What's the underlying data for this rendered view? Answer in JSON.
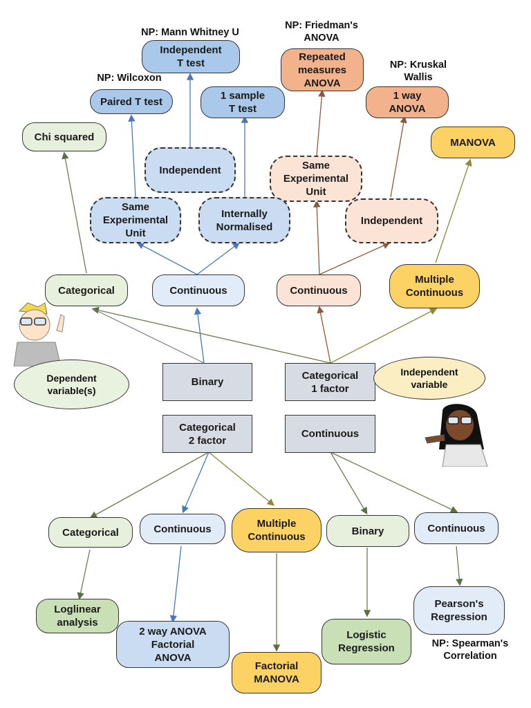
{
  "nodes": {
    "mann_whitney_label": "NP: Mann Whitney U",
    "friedman_label": "NP: Friedman's\nANOVA",
    "independent_t": "Independent\nT test",
    "repeated_anova": "Repeated\nmeasures\nANOVA",
    "kruskal_label": "NP: Kruskal\nWallis",
    "wilcoxon_label": "NP: Wilcoxon",
    "paired_t": "Paired T test",
    "one_sample_t": "1 sample\nT test",
    "one_way_anova": "1 way\nANOVA",
    "chi_squared": "Chi squared",
    "manova": "MANOVA",
    "independent_blue": "Independent",
    "same_unit_orange": "Same\nExperimental\nUnit",
    "same_unit_blue": "Same\nExperimental\nUnit",
    "internally_normalised": "Internally\nNormalised",
    "independent_orange": "Independent",
    "categorical_top": "Categorical",
    "continuous_blue_top": "Continuous",
    "continuous_orange_top": "Continuous",
    "multiple_continuous_top": "Multiple\nContinuous",
    "binary_iv": "Binary",
    "categorical_1_factor": "Categorical\n1 factor",
    "categorical_2_factor": "Categorical\n2 factor",
    "continuous_iv": "Continuous",
    "categorical_bottom": "Categorical",
    "continuous_bottom_1": "Continuous",
    "multiple_continuous_bottom": "Multiple\nContinuous",
    "binary_bottom": "Binary",
    "continuous_bottom_2": "Continuous",
    "loglinear": "Loglinear\nanalysis",
    "two_way_anova": "2 way ANOVA\nFactorial\nANOVA",
    "factorial_manova": "Factorial\nMANOVA",
    "logistic_regression": "Logistic\nRegression",
    "pearson_regression": "Pearson's\nRegression",
    "spearman_label": "NP: Spearman's\nCorrelation"
  },
  "bubbles": {
    "dependent": "Dependent\nvariable(s)",
    "independent": "Independent\nvariable"
  },
  "colors": {
    "blue_line": "#4a78b8",
    "green_line": "#6a7d4e",
    "orange_line": "#8b5a3a",
    "olive_line": "#8a8a4a",
    "grey_line": "#777777"
  }
}
